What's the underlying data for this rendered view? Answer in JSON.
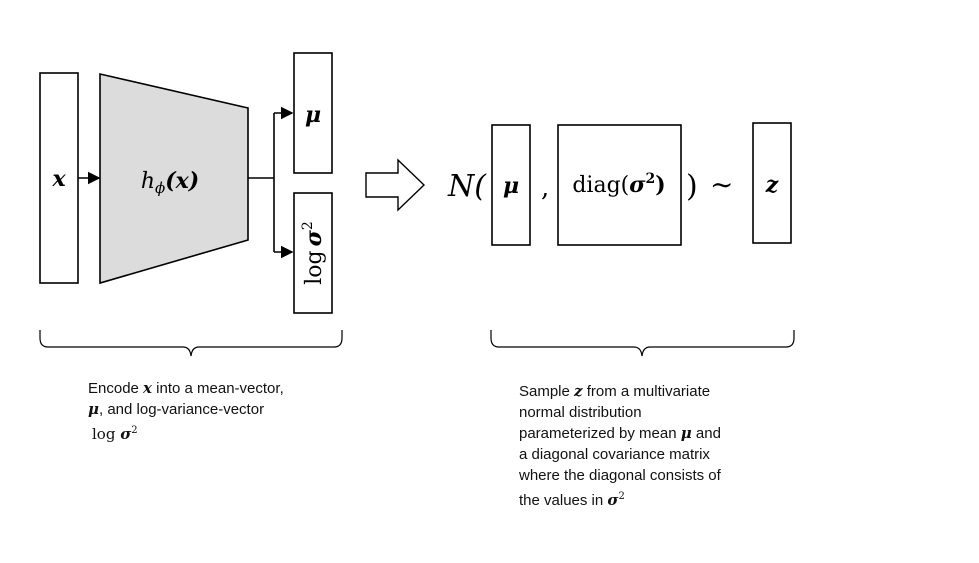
{
  "encoder": {
    "input_label": "x",
    "function_label": "h",
    "function_sub": "ϕ",
    "function_arg": "(x)",
    "mu_label": "μ",
    "logvar_log": "log",
    "logvar_sigma": "σ",
    "logvar_power": "2"
  },
  "sampling": {
    "normal_symbol": "N(",
    "mu_label": "μ",
    "comma": ",",
    "diag_prefix": "diag(",
    "diag_sigma": "σ",
    "diag_power": "2",
    "diag_suffix": ")",
    "close_paren": ")",
    "tilde": "∼",
    "z_label": "z"
  },
  "captions": {
    "left": {
      "line1_a": "Encode ",
      "line1_var": "x",
      "line1_b": " into a mean-vector,",
      "line2_var": "μ",
      "line2_b": ", and log-variance-vector",
      "line3_log": "log ",
      "line3_var": "σ",
      "line3_pow": "2"
    },
    "right": {
      "line1_a": "Sample ",
      "line1_var": "z",
      "line1_b": " from a multivariate",
      "line2": "normal distribution",
      "line3_a": "parameterized by mean ",
      "line3_var": "μ",
      "line3_b": " and",
      "line4": "a diagonal covariance matrix",
      "line5": "where the diagonal consists of",
      "line6_a": "the values in ",
      "line6_var": "σ",
      "line6_pow": "2"
    }
  }
}
